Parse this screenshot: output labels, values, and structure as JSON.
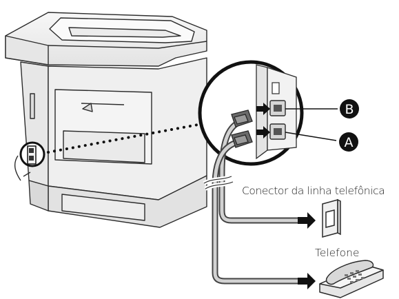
{
  "labels": {
    "port_b": "B",
    "port_a": "A",
    "jack": "Conector da linha telefônica",
    "phone": "Telefone"
  },
  "colors": {
    "outline": "#2b2b2b",
    "body_fill": "#f2f2f2",
    "shadow_fill": "#d9d9d9",
    "badge_fill": "#111111",
    "cable_fill": "#cfcfcf",
    "cable_outline": "#555555"
  },
  "icons": [
    "printer-icon",
    "wall-jack-icon",
    "telephone-icon",
    "arrow-right-icon",
    "magnifier-circle-icon"
  ]
}
